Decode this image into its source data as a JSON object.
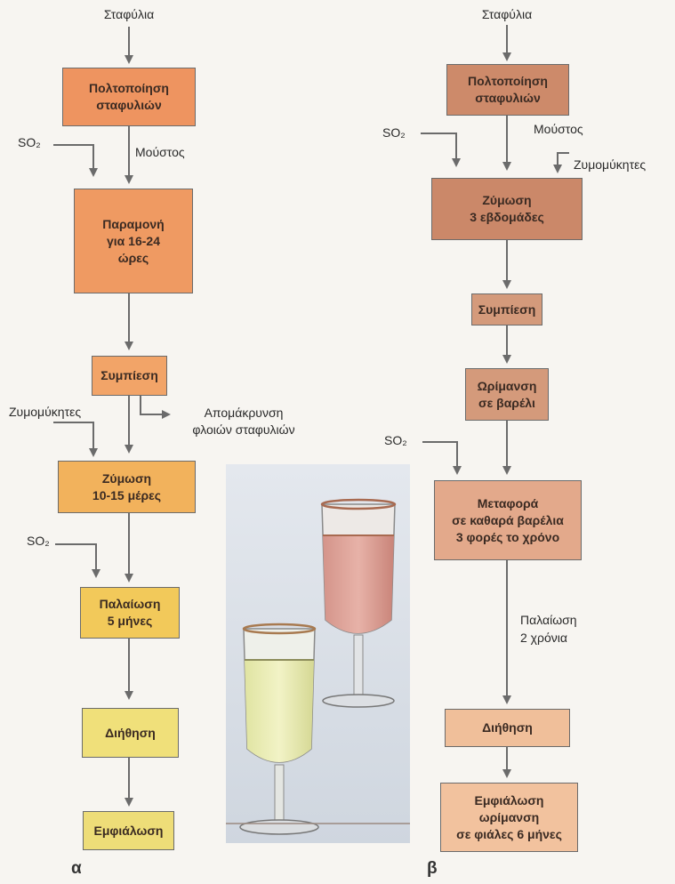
{
  "colors": {
    "a_orange": "#ee9460",
    "a_orange_light": "#f2a468",
    "a_amber": "#f2b25c",
    "a_gold": "#f2c95a",
    "a_yellow": "#f0e07a",
    "b_dark": "#cd8a6a",
    "b_mid": "#d49a7b",
    "b_light": "#e3a98b",
    "b_pale": "#f0bf9a",
    "arrow": "#6b6b6b"
  },
  "flow_a": {
    "caption": "α",
    "inputs": {
      "grapes": "Σταφύλια",
      "must": "Μούστος",
      "so2_1": "SO₂",
      "yeasts": "Ζυμομύκητες",
      "peel_removal": "Απομάκρυνση\nφλοιών σταφυλιών",
      "so2_2": "SO₂"
    },
    "steps": {
      "crushing": "Πολτοποίηση\nσταφυλιών",
      "maceration": "Παραμονή\nγια 16-24\nώρες",
      "pressing": "Συμπίεση",
      "fermentation": "Ζύμωση\n10-15 μέρες",
      "aging": "Παλαίωση\n5 μήνες",
      "filtration": "Διήθηση",
      "bottling": "Εμφιάλωση"
    }
  },
  "flow_b": {
    "caption": "β",
    "inputs": {
      "grapes": "Σταφύλια",
      "so2_1": "SO₂",
      "must": "Μούστος",
      "yeasts": "Ζυμομύκητες",
      "so2_2": "SO₂",
      "aging_label": "Παλαίωση\n2 χρόνια"
    },
    "steps": {
      "crushing": "Πολτοποίηση\nσταφυλιών",
      "fermentation": "Ζύμωση\n3 εβδομάδες",
      "pressing": "Συμπίεση",
      "barrel_maturation": "Ωρίμανση\nσε βαρέλι",
      "transfer": "Μεταφορά\nσε καθαρά βαρέλια\n3 φορές το χρόνο",
      "filtration": "Διήθηση",
      "bottling": "Εμφιάλωση\nωρίμανση\nσε φιάλες 6 μήνες"
    }
  }
}
